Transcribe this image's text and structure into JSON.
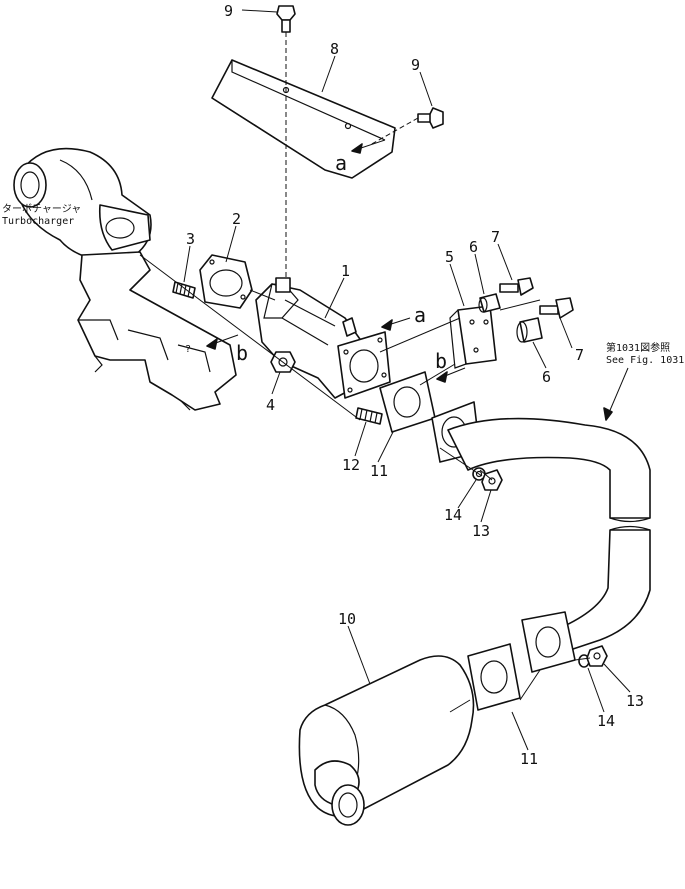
{
  "callouts": {
    "p1": "1",
    "p2": "2",
    "p3": "3",
    "p4": "4",
    "p5": "5",
    "p6a": "6",
    "p6b": "6",
    "p7a": "7",
    "p7b": "7",
    "p8": "8",
    "p9a": "9",
    "p9b": "9",
    "p10": "10",
    "p11a": "11",
    "p11b": "11",
    "p12": "12",
    "p13a": "13",
    "p13b": "13",
    "p14a": "14",
    "p14b": "14"
  },
  "view_letters": {
    "a1": "a",
    "a2": "a",
    "b1": "b",
    "b2": "b"
  },
  "notes": {
    "turbo_jp": "ターボチャージャ",
    "turbo_en": "Turbocharger",
    "fig_jp": "第1031図参照",
    "fig_en": "See Fig. 1031"
  }
}
